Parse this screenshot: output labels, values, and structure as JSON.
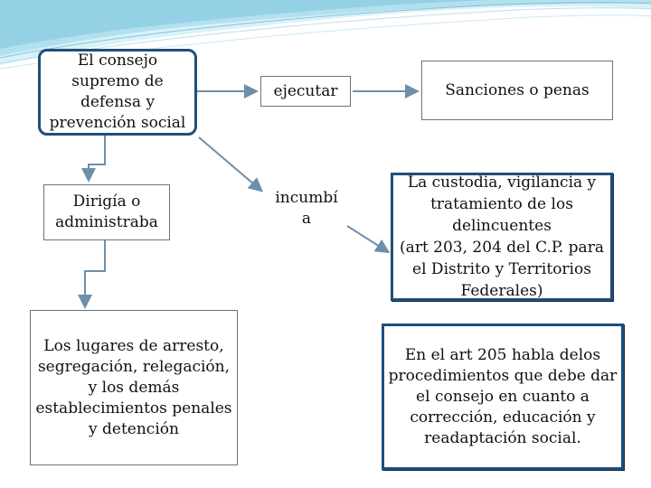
{
  "nodes": {
    "consejo": "El consejo\nsupremo de\ndefensa y\nprevención social",
    "ejecutar": "ejecutar",
    "sanciones": "Sanciones o penas",
    "dirigia": "Dirigía o\nadministraba",
    "incumbia": "incumbí\na",
    "custodia": "La custodia, vigilancia y\ntratamiento de los\ndelincuentes\n(art 203, 204 del C.P. para\nel Distrito y Territorios\nFederales)",
    "lugares": "Los  lugares de arresto,\nsegregación, relegación,\ny los demás\nestablecimientos penales\ny detención",
    "art205": "En el art 205 habla delos\nprocedimientos que debe dar\nel consejo  en cuanto a\ncorrección, educación y\nreadaptación social."
  },
  "colors": {
    "border": "#1f4f7a",
    "connector": "#6f8fa8",
    "wave_light": "#bfe6f2",
    "wave_dark": "#7fc6dc"
  }
}
